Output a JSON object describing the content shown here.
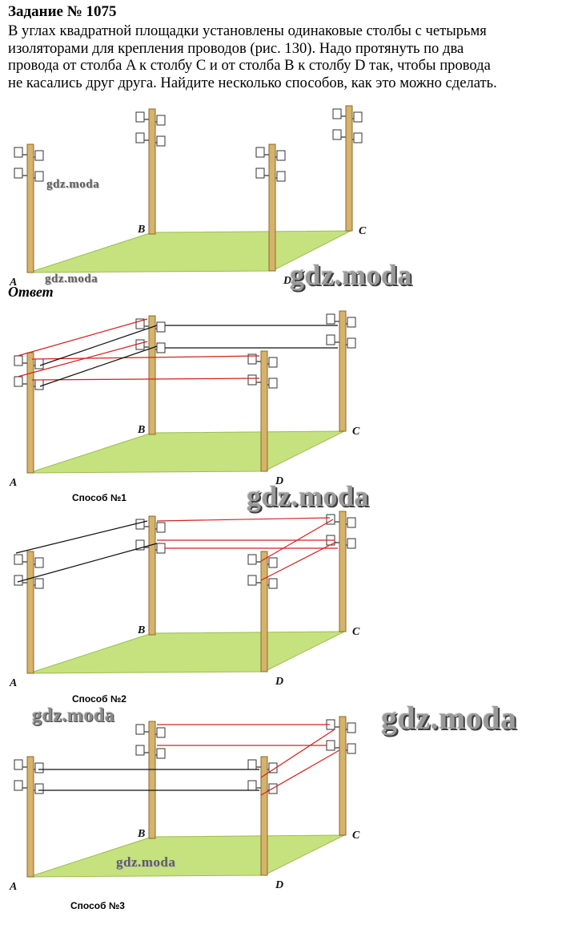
{
  "task": {
    "title": "Задание № 1075",
    "lines": [
      "В углах квадратной площадки установлены одинаковые столбы с четырьмя",
      "изоляторами для крепления проводов (рис. 130). Надо протянуть по два",
      "провода от столба A к столбу C и от столба B к столбу D так, чтобы провода",
      "не касались друг друга. Найдите несколько способов, как это можно сделать."
    ]
  },
  "answer_label": "Ответ",
  "figure_labels": {
    "a": "A",
    "b": "B",
    "c": "C",
    "d": "D"
  },
  "methods": [
    "Способ №1",
    "Способ №2",
    "Способ №3"
  ],
  "watermark": "gdz.moda",
  "colors": {
    "ground": "#c5e27e",
    "pole": "#d6b36a",
    "wire_red": "#d42020",
    "wire_black": "#111111"
  }
}
